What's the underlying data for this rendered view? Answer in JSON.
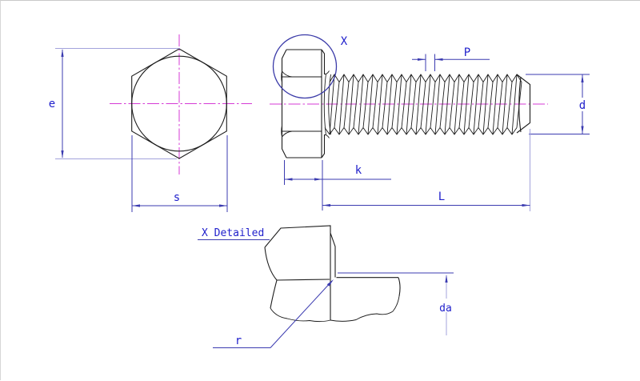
{
  "front_view": {
    "dim_across_corners": "e",
    "dim_across_flats": "s"
  },
  "side_view": {
    "detail_callout": "X",
    "dim_pitch": "P",
    "dim_diameter": "d",
    "dim_head_height": "k",
    "dim_length": "L"
  },
  "detail_view": {
    "title": "X Detailed",
    "dim_fillet_radius": "r",
    "dim_fillet_diameter": "da"
  },
  "colors": {
    "background": "#ffffff",
    "line": "#1c1c1c",
    "dimension": "#3b3bb0",
    "dimension_light": "#a3a3dc",
    "centerline": "#d53ad5",
    "detail_circle": "#3a3aa8",
    "text": "#2121cc"
  }
}
